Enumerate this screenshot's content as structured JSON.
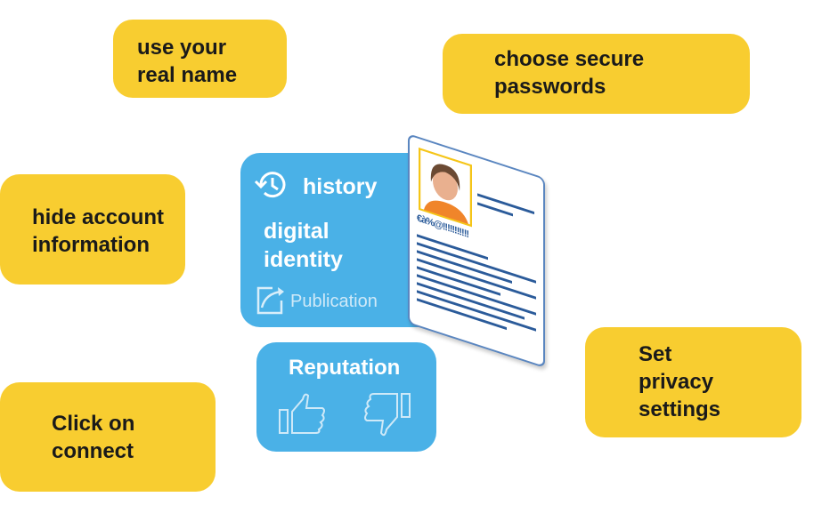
{
  "tips": {
    "real_name": [
      "use your",
      "real name"
    ],
    "passwords": [
      "choose secure",
      "passwords"
    ],
    "hide_account": [
      "hide account",
      "information"
    ],
    "connect": [
      "Click on",
      "connect"
    ],
    "privacy": [
      "Set",
      "privacy",
      "settings"
    ]
  },
  "identity": {
    "history": "history",
    "title": [
      "digital",
      "identity"
    ],
    "publication": "Publication"
  },
  "reputation": {
    "label": "Reputation"
  },
  "card": {
    "code": "€à%@!!!!!!!!!!!"
  },
  "colors": {
    "yellow": "#F8CD30",
    "blue": "#4AB1E7",
    "card_line": "#2B5B9A"
  }
}
